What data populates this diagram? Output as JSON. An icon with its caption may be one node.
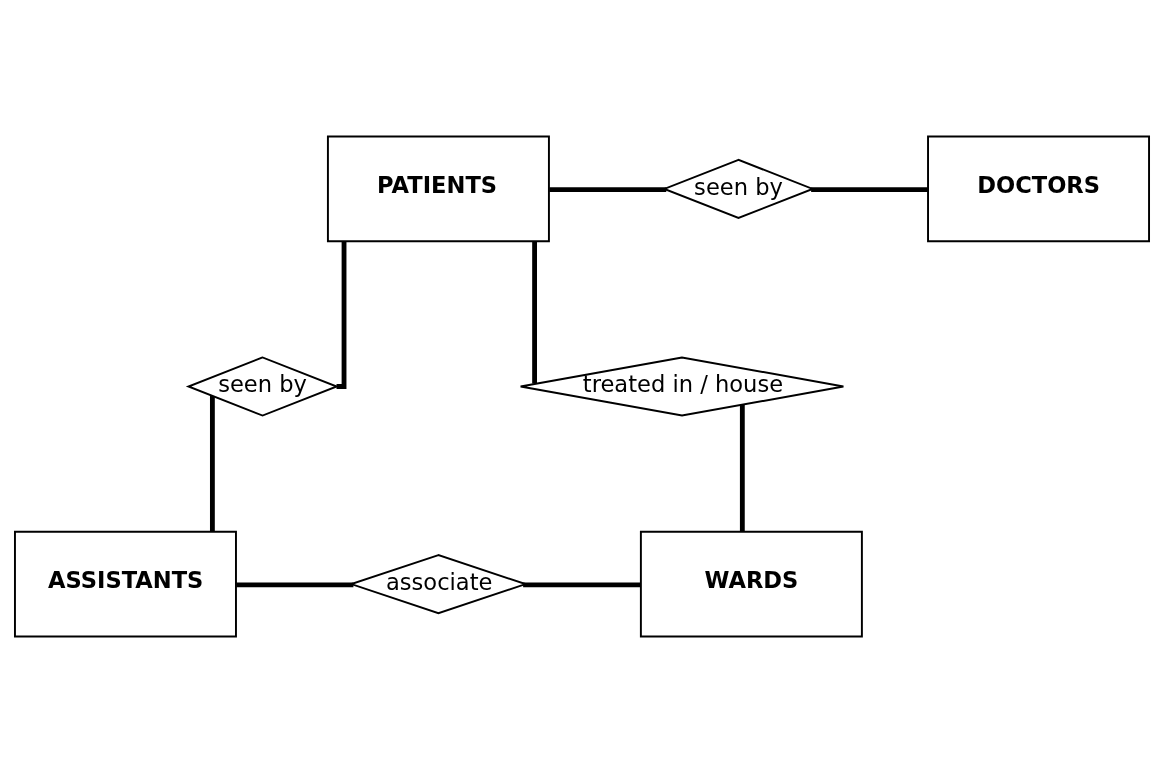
{
  "diagram": {
    "nodes": [
      {
        "text": [
          "PATIENTS"
        ]
      },
      {
        "text": [
          "seen by"
        ]
      },
      {
        "text": [
          "DOCTORS"
        ]
      },
      {
        "text": [
          "seen by"
        ]
      },
      {
        "text": [
          "treated in / house"
        ]
      },
      {
        "text": [
          "ASSISTANTS"
        ]
      },
      {
        "text": [
          "associate"
        ]
      },
      {
        "text": [
          "WARDS"
        ]
      }
    ],
    "edges": [
      {
        "from": 0,
        "to": 1,
        "arrow": "none"
      },
      {
        "from": 1,
        "to": 2,
        "arrow": "none"
      },
      {
        "from": 0,
        "to": 3,
        "arrow": "none"
      },
      {
        "from": 3,
        "to": 5,
        "arrow": "none"
      },
      {
        "from": 0,
        "to": 4,
        "arrow": "none"
      },
      {
        "from": 4,
        "to": 7,
        "arrow": "none"
      },
      {
        "from": 5,
        "to": 6,
        "arrow": "none"
      },
      {
        "from": 6,
        "to": 7,
        "arrow": "none"
      }
    ]
  }
}
